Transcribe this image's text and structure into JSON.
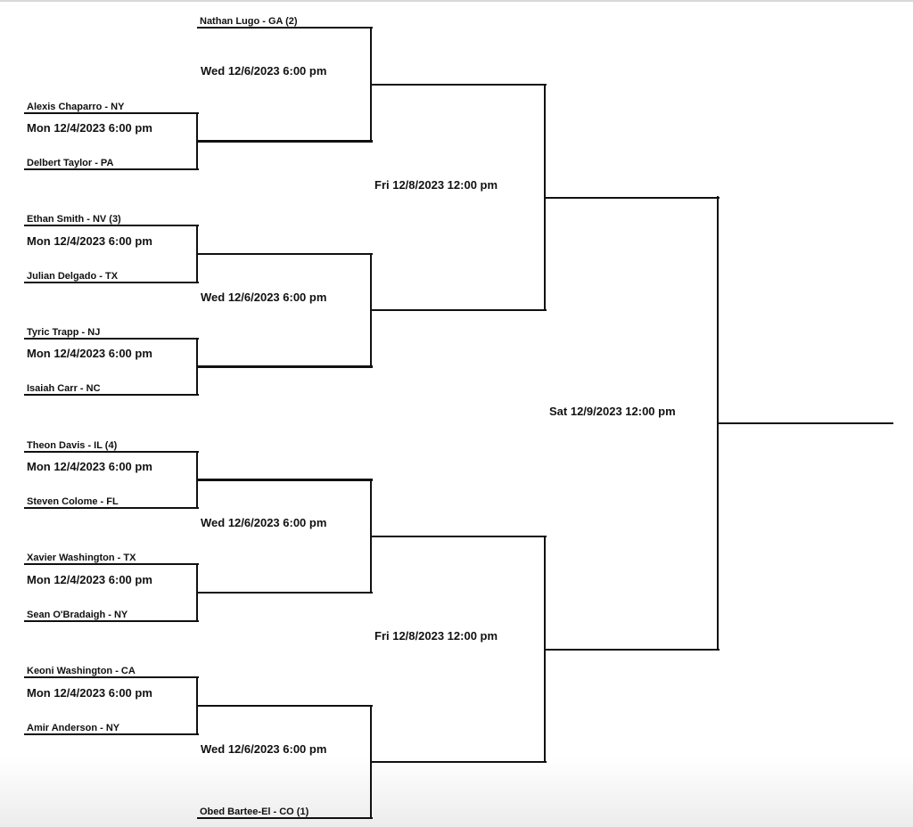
{
  "round1": [
    {
      "top": "Alexis Chaparro - NY",
      "bottom": "Delbert Taylor - PA",
      "date": "Mon 12/4/2023 6:00 pm"
    },
    {
      "top": "Ethan Smith - NV (3)",
      "bottom": "Julian Delgado - TX",
      "date": "Mon 12/4/2023 6:00 pm"
    },
    {
      "top": "Tyric Trapp - NJ",
      "bottom": "Isaiah Carr - NC",
      "date": "Mon 12/4/2023 6:00 pm"
    },
    {
      "top": "Theon Davis - IL (4)",
      "bottom": "Steven Colome - FL",
      "date": "Mon 12/4/2023 6:00 pm"
    },
    {
      "top": "Xavier Washington - TX",
      "bottom": "Sean O'Bradaigh - NY",
      "date": "Mon 12/4/2023 6:00 pm"
    },
    {
      "top": "Keoni Washington - CA",
      "bottom": "Amir Anderson - NY",
      "date": "Mon 12/4/2023 6:00 pm"
    }
  ],
  "byes": {
    "top_seed": "Nathan Lugo - GA (2)",
    "bottom_seed": "Obed Bartee-El - CO (1)"
  },
  "round2": [
    {
      "date": "Wed 12/6/2023 6:00 pm"
    },
    {
      "date": "Wed 12/6/2023 6:00 pm"
    },
    {
      "date": "Wed 12/6/2023 6:00 pm"
    },
    {
      "date": "Wed 12/6/2023 6:00 pm"
    }
  ],
  "semifinals": [
    {
      "date": "Fri 12/8/2023 12:00 pm"
    },
    {
      "date": "Fri 12/8/2023 12:00 pm"
    }
  ],
  "final": {
    "date": "Sat 12/9/2023 12:00 pm"
  }
}
